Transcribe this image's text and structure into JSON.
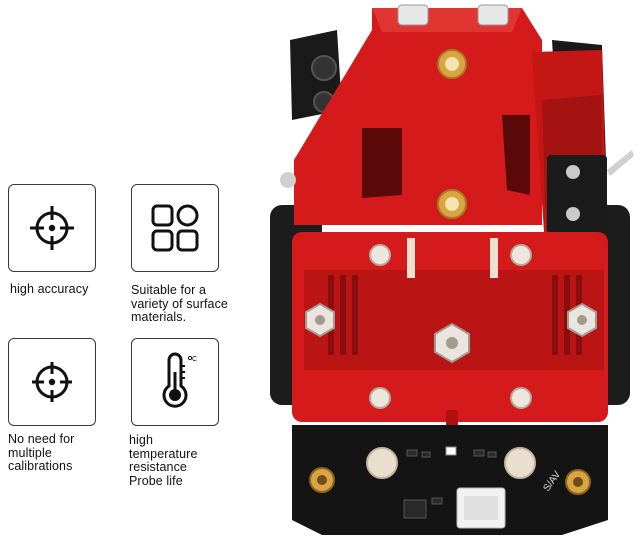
{
  "features": [
    {
      "id": "high-accuracy",
      "icon": "crosshair-icon",
      "lines": [
        "high accuracy"
      ]
    },
    {
      "id": "surface-materials",
      "icon": "grid-shapes-icon",
      "lines": [
        "Suitable for a",
        "variety of surface",
        "materials."
      ]
    },
    {
      "id": "no-calibration",
      "icon": "target-icon",
      "lines": [
        "No need for",
        "multiple",
        "calibrations"
      ]
    },
    {
      "id": "temperature",
      "icon": "thermometer-icon",
      "lines": [
        "high",
        "temperature",
        "resistance",
        "Probe life"
      ]
    }
  ],
  "product": {
    "icon": "probe-module-image",
    "pcb_marking": "S/AV",
    "colors": {
      "housing": "#d41a1a",
      "housing_dark": "#9e1010",
      "frame": "#1c1c1c",
      "pcb": "#141414",
      "brass": "#d9a441",
      "connector": "#f2f2f2"
    }
  }
}
